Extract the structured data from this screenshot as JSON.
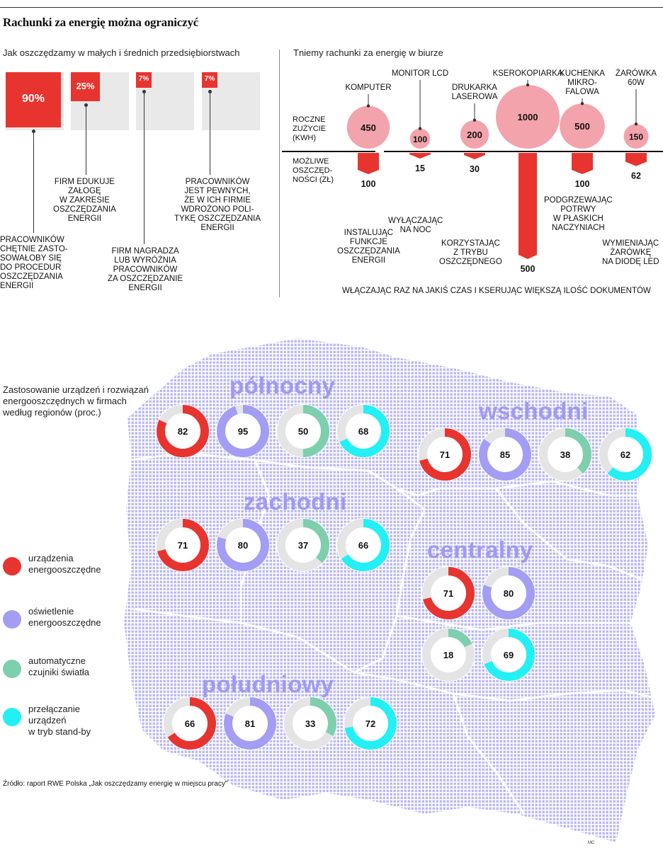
{
  "title": "Rachunki za energię można ograniczyć",
  "left_panel": {
    "subtitle": "Jak oszczędzamy w małych i średnich przedsiębiorstwach",
    "items": [
      {
        "value": 90,
        "label": "90%",
        "caption": [
          "PRACOWNIKÓW",
          "CHĘTNIE ZASTO-",
          "SOWAŁOBY SIĘ",
          "DO PROCEDUR",
          "OSZCZĘDZANIA",
          "ENERGII"
        ]
      },
      {
        "value": 25,
        "label": "25%",
        "caption": [
          "FIRM EDUKUJE",
          "ZAŁOGĘ",
          "W ZAKRESIE",
          "OSZCZĘDZANIA",
          "ENERGII"
        ]
      },
      {
        "value": 7,
        "label": "7%",
        "caption": [
          "FIRM NAGRADZA",
          "LUB WYRÓŻNIA",
          "PRACOWNIKÓW",
          "ZA OSZCZĘDZANIE",
          "ENERGII"
        ]
      },
      {
        "value": 7,
        "label": "7%",
        "caption": [
          "PRACOWNIKÓW",
          "JEST PEWNYCH,",
          "ŻE W ICH FIRMIE",
          "WDROŻONO POLI-",
          "TYKĘ OSZCZĘDZANIA",
          "ENERGII"
        ]
      }
    ]
  },
  "right_panel": {
    "subtitle": "Tniemy rachunki za energię w biurze",
    "row_label_top": [
      "ROCZNE",
      "ZUŻYCIE",
      "(KWH)"
    ],
    "row_label_bottom": [
      "MOŻLIWE",
      "OSZCZĘD-",
      "NOŚCI (ZŁ)"
    ],
    "devices": [
      {
        "name": [
          "KOMPUTER"
        ],
        "consumption": 450,
        "savings": 100,
        "method": [
          "INSTALUJĄC",
          "FUNKCJE",
          "OSZCZĘDZANIA",
          "ENERGII"
        ]
      },
      {
        "name": [
          "MONITOR LCD"
        ],
        "consumption": 100,
        "savings": 15,
        "method": [
          "WYŁĄCZAJĄC",
          "NA NOC"
        ]
      },
      {
        "name": [
          "DRUKARKA",
          "LASEROWA"
        ],
        "consumption": 200,
        "savings": 30,
        "method": [
          "KORZYSTAJĄC",
          "Z TRYBU",
          "OSZCZĘDNEGO"
        ]
      },
      {
        "name": [
          "KSEROKOPIARKA"
        ],
        "consumption": 1000,
        "savings": 500,
        "method": [
          "WŁĄCZAJĄC RAZ NA JAKIŚ CZAS I KSERUJĄC WIĘKSZĄ ILOŚĆ DOKUMENTÓW"
        ]
      },
      {
        "name": [
          "KUCHENKA",
          "MIKRO-",
          "FALOWA"
        ],
        "consumption": 500,
        "savings": 100,
        "method": [
          "PODGRZEWAJĄC",
          "POTRWY",
          "W PŁASKICH",
          "NACZYNIACH"
        ]
      },
      {
        "name": [
          "ŻARÓWKA",
          "60W"
        ],
        "consumption": 150,
        "savings": 62,
        "method": [
          "WYMIENIAJĄC",
          "ŻARÓWKĘ",
          "NA DIODĘ LED"
        ]
      }
    ]
  },
  "map": {
    "subtitle": [
      "Zastosowanie urządzeń i rozwiązań",
      "energooszczędnych w firmach",
      "według regionów (proc.)"
    ],
    "legend": [
      {
        "key": "dev",
        "color": "#e8342f",
        "label": [
          "urządzenia",
          "energooszczędne"
        ]
      },
      {
        "key": "light",
        "color": "#a39df3",
        "label": [
          "oświetlenie",
          "energooszczędne"
        ]
      },
      {
        "key": "sensor",
        "color": "#7dcfae",
        "label": [
          "automatyczne",
          "czujniki światła"
        ]
      },
      {
        "key": "standby",
        "color": "#22f0f5",
        "label": [
          "przełączanie",
          "urządzeń",
          "w tryb stand-by"
        ]
      }
    ],
    "regions": [
      {
        "name": "północny",
        "values": [
          82,
          95,
          50,
          68
        ]
      },
      {
        "name": "wschodni",
        "values": [
          71,
          85,
          38,
          62
        ]
      },
      {
        "name": "zachodni",
        "values": [
          71,
          80,
          37,
          66
        ]
      },
      {
        "name": "centralny",
        "values": [
          71,
          80,
          18,
          69
        ]
      },
      {
        "name": "południowy",
        "values": [
          66,
          81,
          33,
          72
        ]
      }
    ]
  },
  "source": "Źródło: raport RWE Polska „Jak oszczędzamy energię w miejscu pracy”",
  "signature": "MC",
  "colors": {
    "accent_red": "#e8342f",
    "pink": "#f3a3ab",
    "gray_bg": "#e9e9e9",
    "map_fill": "#c9c8f4"
  }
}
